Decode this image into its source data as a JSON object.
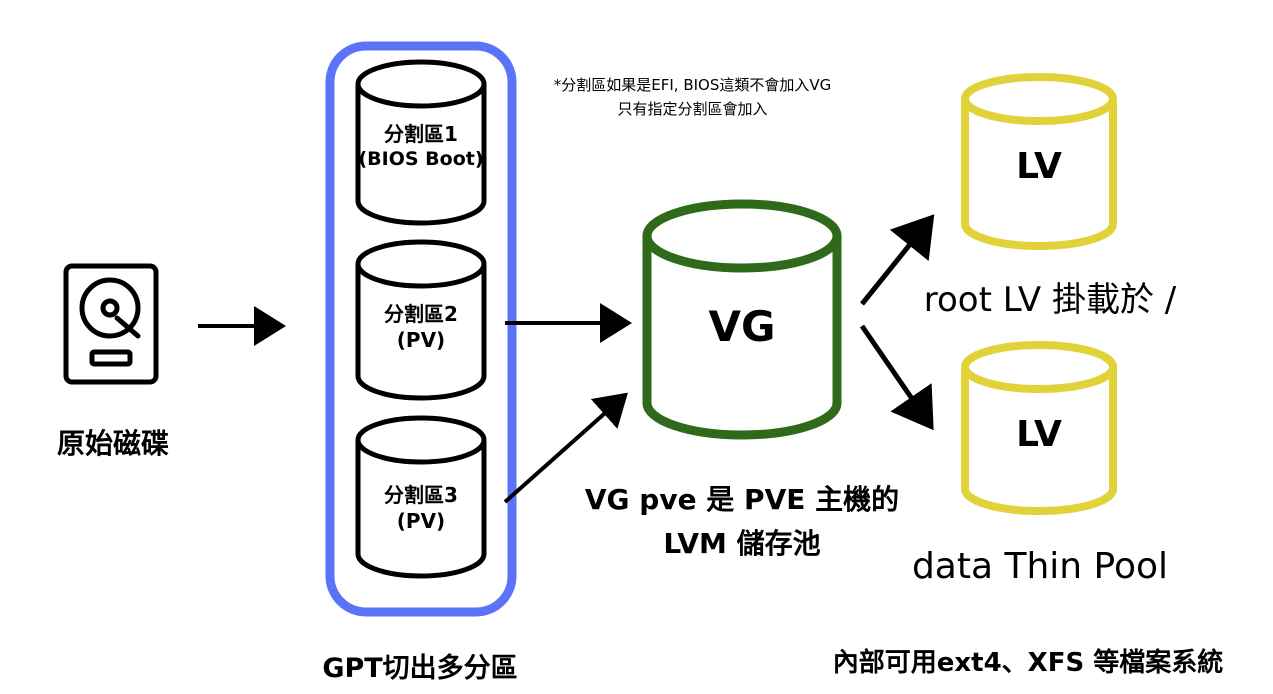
{
  "disk": {
    "label": "原始磁碟"
  },
  "gpt": {
    "label": "GPT切出多分區"
  },
  "partitions": [
    {
      "line1": "分割區1",
      "line2": "(BIOS Boot)"
    },
    {
      "line1": "分割區2",
      "line2": "(PV)"
    },
    {
      "line1": "分割區3",
      "line2": "(PV)"
    }
  ],
  "note": {
    "line1": "*分割區如果是EFI, BIOS這類不會加入VG",
    "line2": "只有指定分割區會加入"
  },
  "vg": {
    "label": "VG",
    "caption_line1": "VG pve 是 PVE 主機的",
    "caption_line2": "LVM 儲存池"
  },
  "lv_root": {
    "label": "LV",
    "caption": "root LV 掛載於 /"
  },
  "lv_data": {
    "label": "LV",
    "caption": "data Thin Pool"
  },
  "fs_caption": "內部可用ext4、XFS 等檔案系統",
  "colors": {
    "group_border": "#5b73f7",
    "vg_stroke": "#2f6a1a",
    "lv_stroke": "#e0d33a",
    "stroke": "#000000"
  }
}
